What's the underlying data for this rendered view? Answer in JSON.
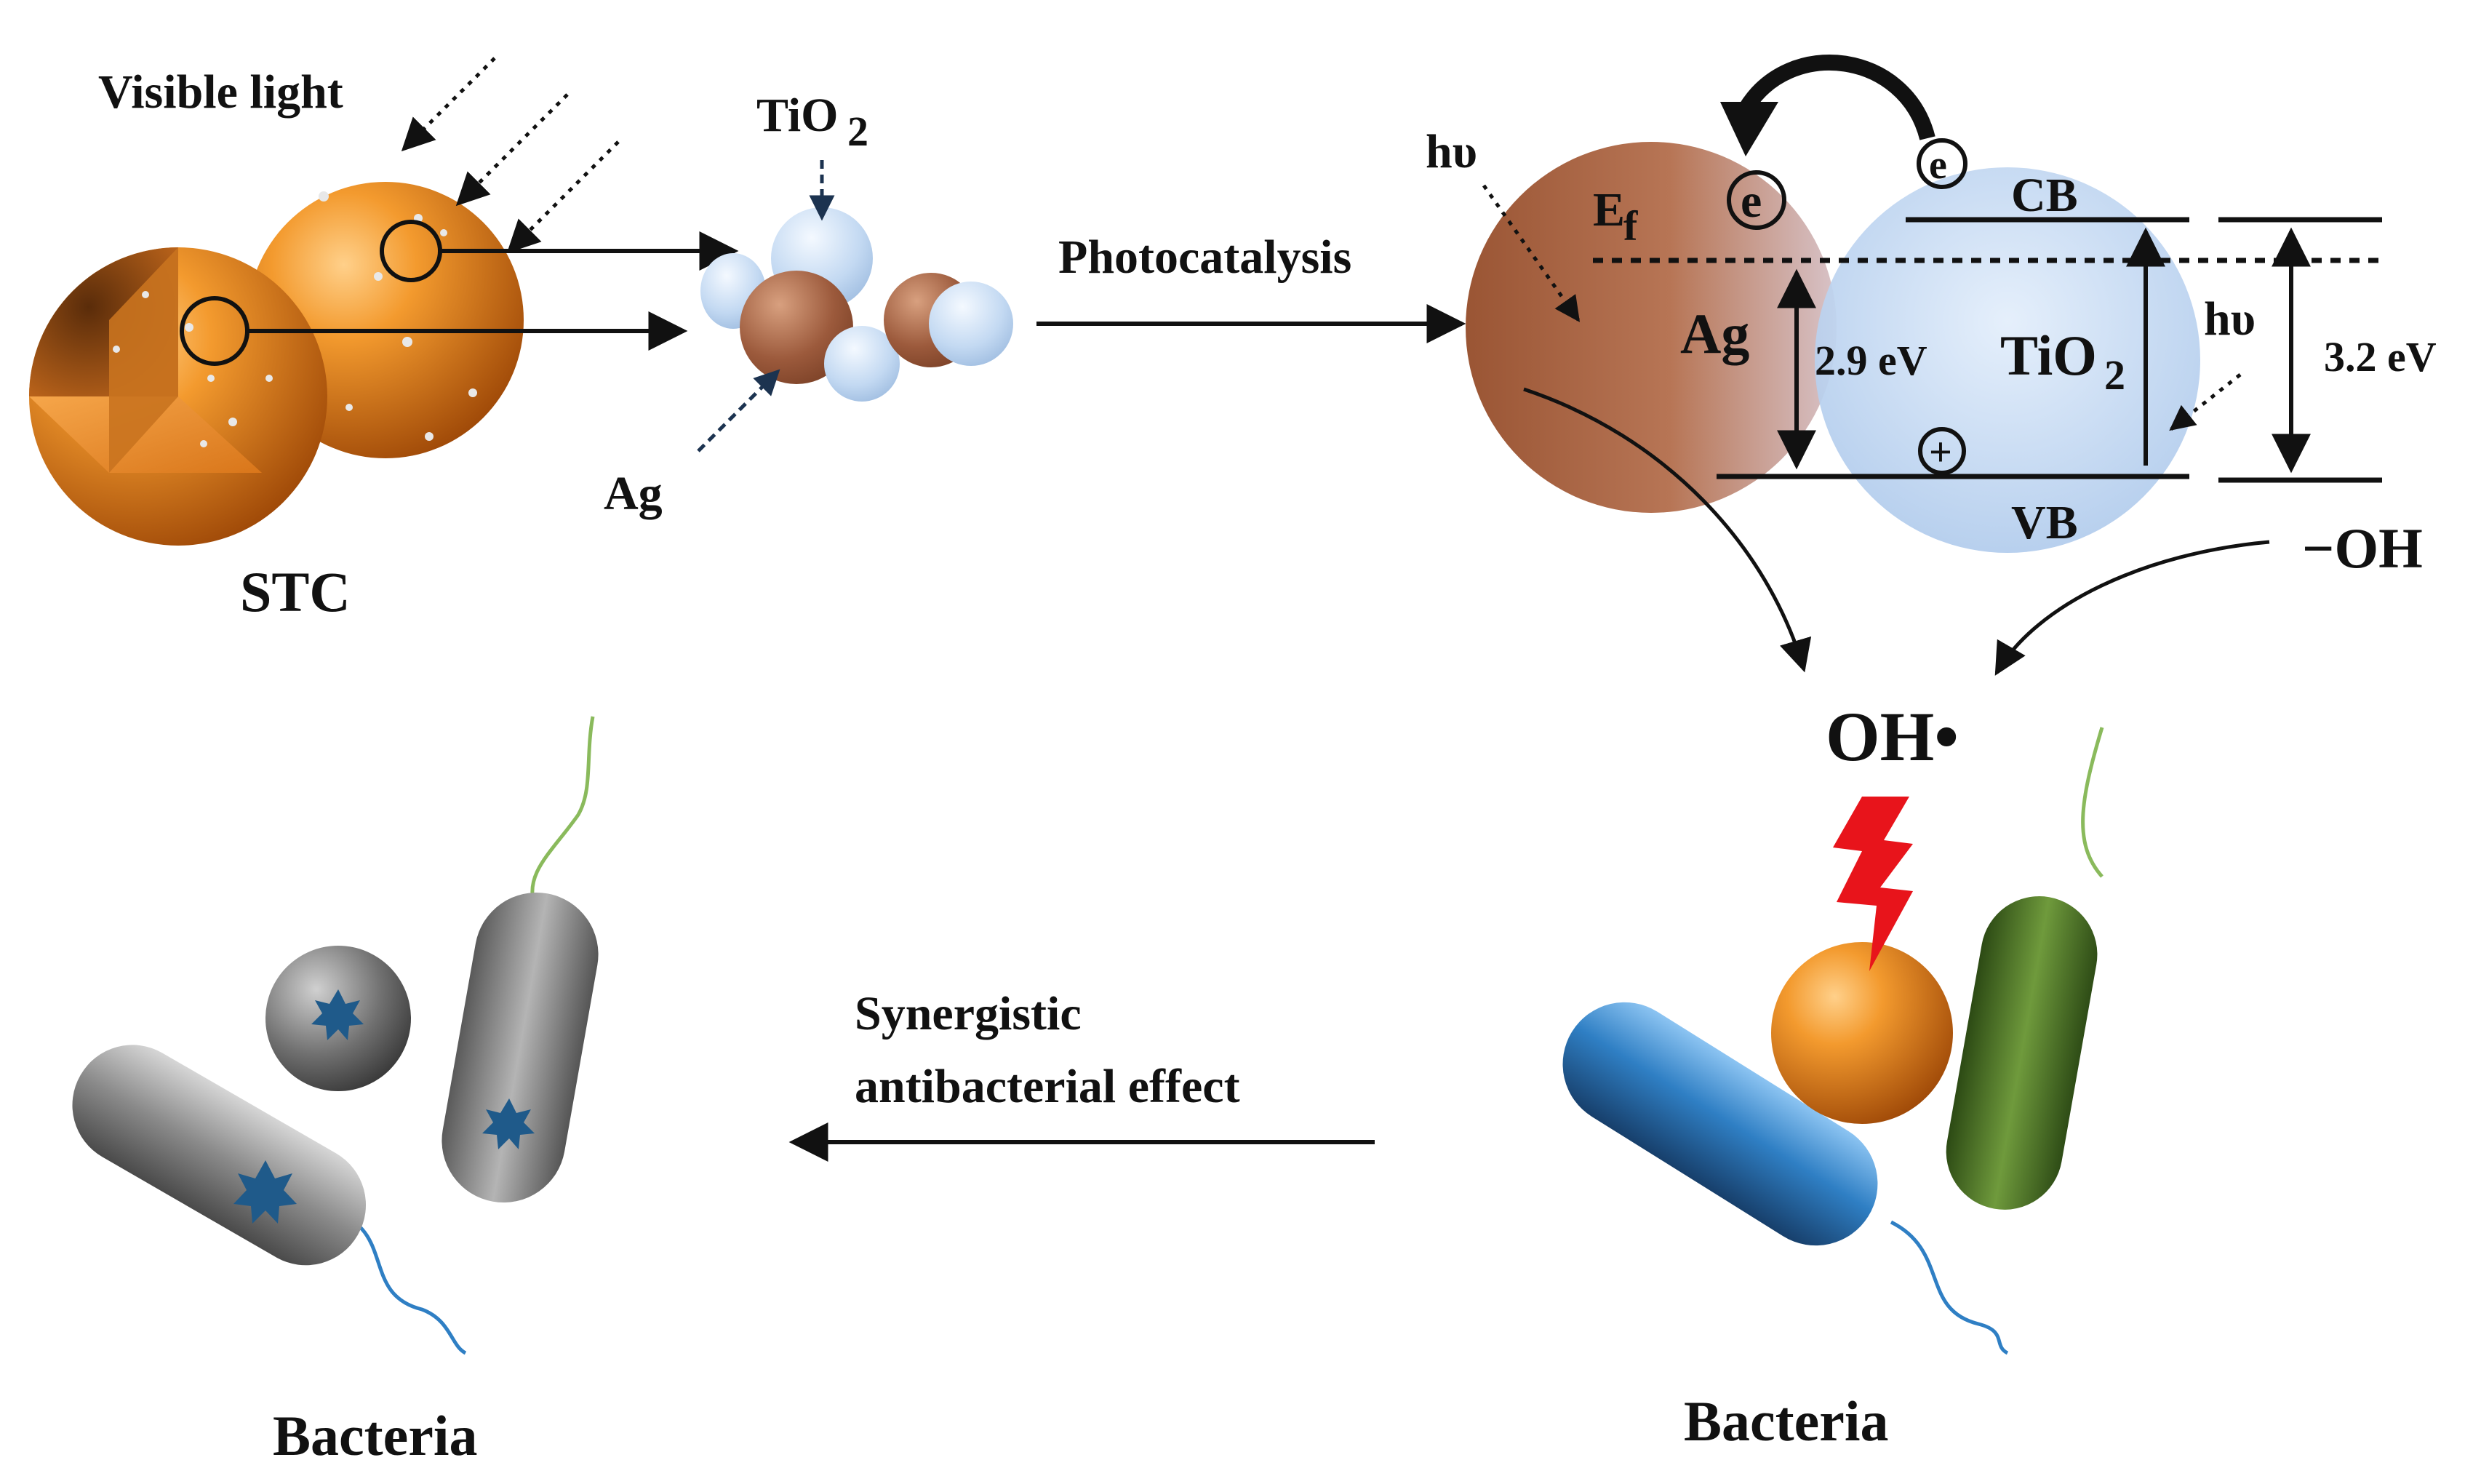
{
  "labels": {
    "visible_light": "Visible light",
    "tio2_top": "TiO",
    "tio2_top_sub": "2",
    "ag_left": "Ag",
    "stc": "STC",
    "photocatalysis": "Photocatalysis",
    "hv_left": "hυ",
    "ef": "E",
    "ef_sub": "f",
    "electron": "e",
    "cb": "CB",
    "vb": "VB",
    "ag_band": "Ag",
    "gap_ag": "2.9 eV",
    "tio2_band": "TiO",
    "tio2_band_sub": "2",
    "hv_right": "hυ",
    "gap_tio2": "3.2 eV",
    "hole": "+",
    "hydroxide": "−OH",
    "radical": "OH•",
    "synergy_line1": "Synergistic",
    "synergy_line2": "antibacterial effect",
    "bacteria_left": "Bacteria",
    "bacteria_right": "Bacteria"
  },
  "colors": {
    "ag": "#9c5a3c",
    "tio2": "#b9d3ef",
    "stc_orange": "#f0861c",
    "bacteria_blue": "#2f7fc4",
    "bacteria_green": "#4f7a2a",
    "dead_gray": "#8a8a8a",
    "damage_mark": "#1f5a8a",
    "lightning": "#e8141b"
  }
}
